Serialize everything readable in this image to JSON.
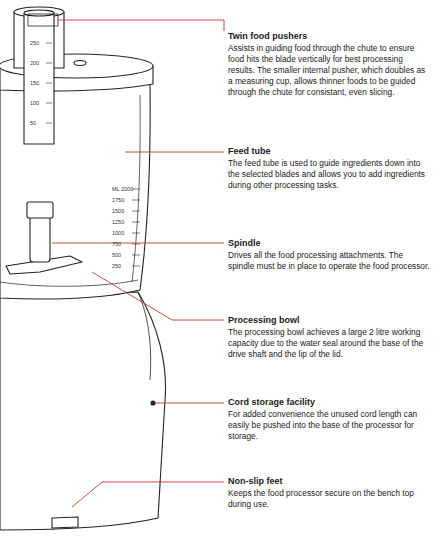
{
  "diagram": {
    "labels": [
      "Twin food pushers",
      "Assists in guiding food through the chute to ensure food hits the blade vertically for best processing results. The smaller internal pusher, which doubles as a measuring cup, allows thinner foods to be guided through the chute for consistant, even slicing.",
      "Feed tube",
      "The feed tube is used to guide ingredients down into the selected blades and allows you to add ingredients during other processing tasks.",
      "Spindle",
      "Drives all the food processing attachments. The spindle must be in place to operate the food processor.",
      "Processing bowl",
      "The processing bowl achieves a large 2 litre working capacity due to the water seal around the base of the drive shaft and the lip of the lid.",
      "Cord storage facility",
      "For added convenience the unused cord length can easily be pushed into the base of the processor for storage.",
      "Non-slip feet",
      "Keeps the food processor secure on the bench top during use.",
      "ML 2000",
      "1750",
      "1500",
      "1250",
      "1000",
      "750",
      "500",
      "250",
      "250",
      "200",
      "150",
      "100",
      "50"
    ]
  }
}
